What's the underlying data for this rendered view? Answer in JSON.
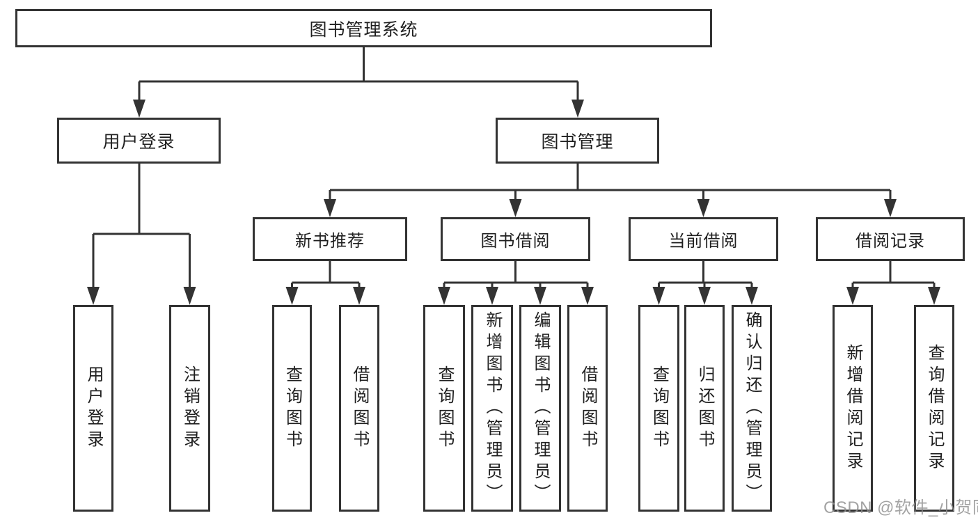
{
  "diagram": {
    "root": {
      "label": "图书管理系统"
    },
    "level2": {
      "user_login": {
        "label": "用户登录"
      },
      "book_mgmt": {
        "label": "图书管理"
      }
    },
    "level3": {
      "new_books": {
        "label": "新书推荐"
      },
      "book_borrow": {
        "label": "图书借阅"
      },
      "current_borrow": {
        "label": "当前借阅"
      },
      "borrow_records": {
        "label": "借阅记录"
      }
    },
    "leaves": {
      "user_login": {
        "label": "用户登录"
      },
      "logout": {
        "label": "注销登录"
      },
      "nb_query": {
        "label": "查询图书"
      },
      "nb_borrow": {
        "label": "借阅图书"
      },
      "bb_query": {
        "label": "查询图书"
      },
      "bb_add": {
        "label": "新增图书（管理员）"
      },
      "bb_edit": {
        "label": "编辑图书（管理员）"
      },
      "bb_borrow": {
        "label": "借阅图书"
      },
      "cb_query": {
        "label": "查询图书"
      },
      "cb_return": {
        "label": "归还图书"
      },
      "cb_confirm": {
        "label": "确认归还（管理员）"
      },
      "br_add": {
        "label": "新增借阅记录"
      },
      "br_query": {
        "label": "查询借阅记录"
      }
    }
  },
  "watermark": {
    "text": "CSDN @软件_小贺同学"
  },
  "colors": {
    "line": "#333333",
    "text": "#1f1f1f",
    "watermark": "#8f8f8f",
    "background": "#ffffff"
  }
}
